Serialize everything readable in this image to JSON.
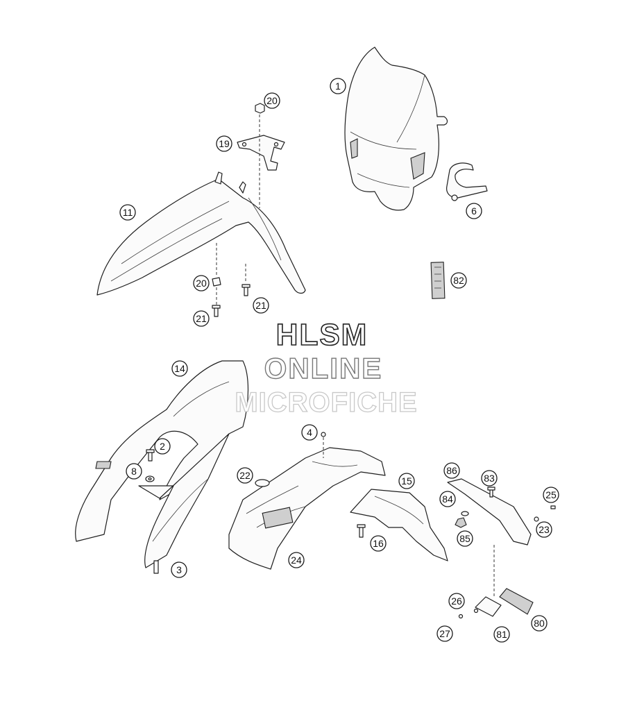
{
  "watermark": {
    "line1": "HLSM",
    "line2": "ONLINE",
    "line3": "MICROFICHE"
  },
  "callouts": [
    {
      "key": "1",
      "label": "1"
    },
    {
      "key": "20a",
      "label": "20"
    },
    {
      "key": "19",
      "label": "19"
    },
    {
      "key": "6",
      "label": "6"
    },
    {
      "key": "11",
      "label": "11"
    },
    {
      "key": "82",
      "label": "82"
    },
    {
      "key": "20b",
      "label": "20"
    },
    {
      "key": "21a",
      "label": "21"
    },
    {
      "key": "21b",
      "label": "21"
    },
    {
      "key": "14",
      "label": "14"
    },
    {
      "key": "4",
      "label": "4"
    },
    {
      "key": "2",
      "label": "2"
    },
    {
      "key": "8",
      "label": "8"
    },
    {
      "key": "22",
      "label": "22"
    },
    {
      "key": "15",
      "label": "15"
    },
    {
      "key": "86",
      "label": "86"
    },
    {
      "key": "83",
      "label": "83"
    },
    {
      "key": "25",
      "label": "25"
    },
    {
      "key": "84",
      "label": "84"
    },
    {
      "key": "23",
      "label": "23"
    },
    {
      "key": "85",
      "label": "85"
    },
    {
      "key": "16",
      "label": "16"
    },
    {
      "key": "24",
      "label": "24"
    },
    {
      "key": "3",
      "label": "3"
    },
    {
      "key": "26",
      "label": "26"
    },
    {
      "key": "80",
      "label": "80"
    },
    {
      "key": "27",
      "label": "27"
    },
    {
      "key": "81",
      "label": "81"
    }
  ]
}
